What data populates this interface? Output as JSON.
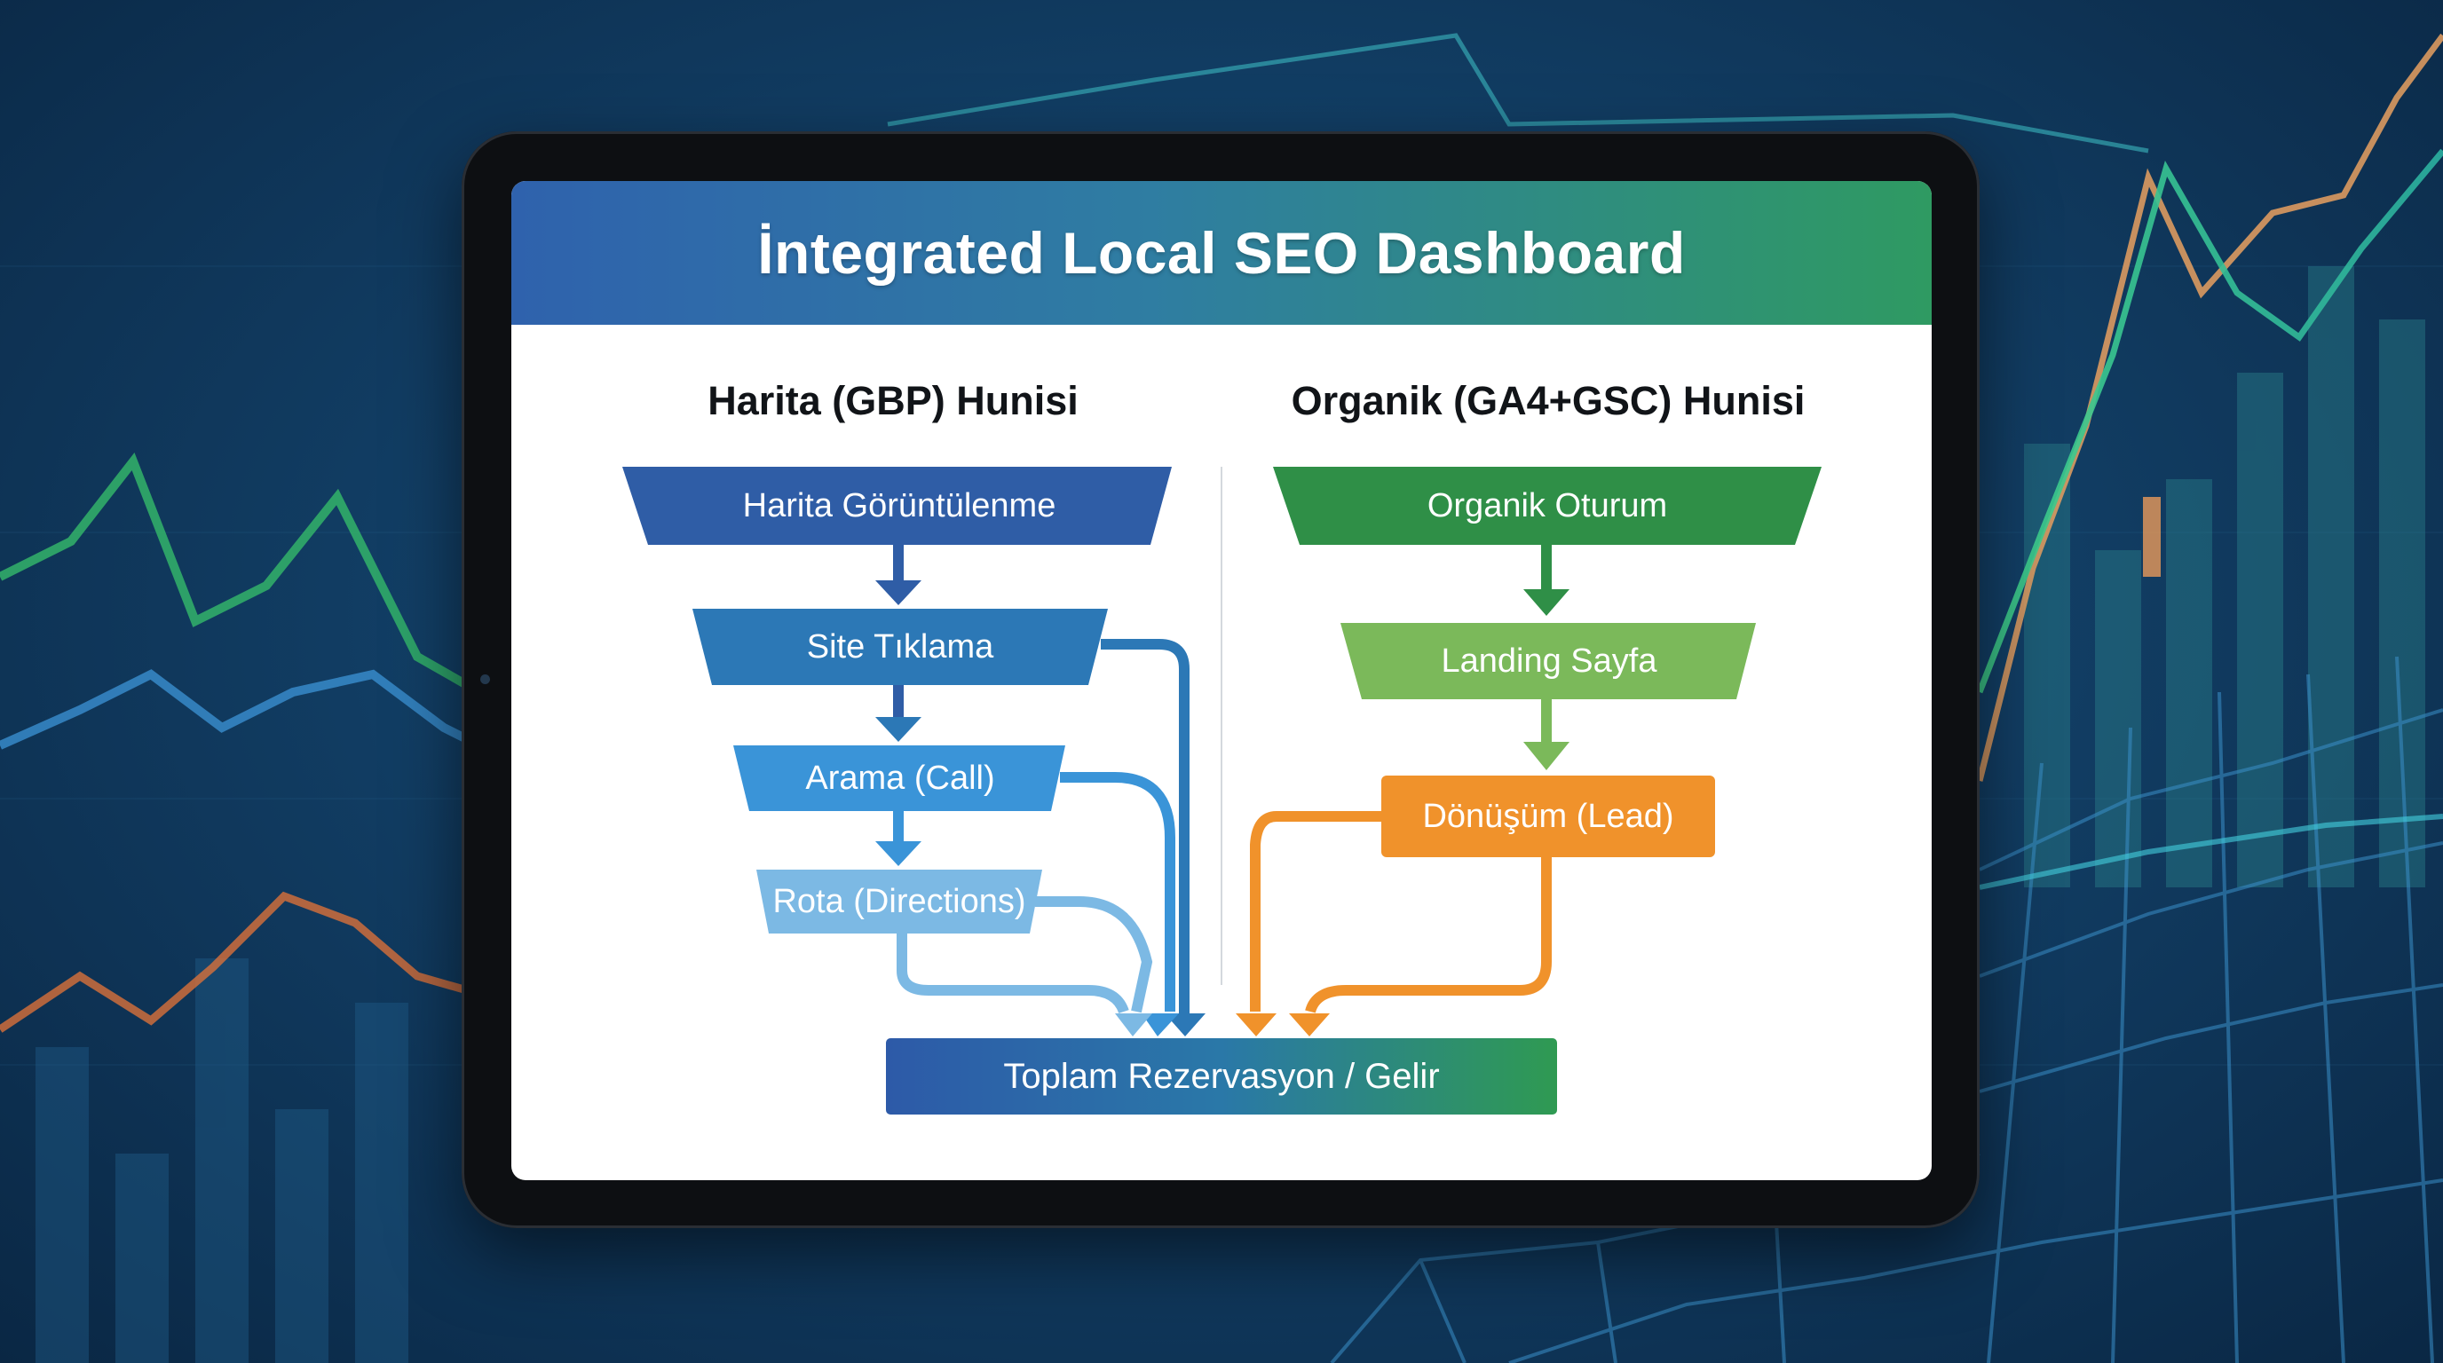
{
  "dashboard": {
    "title": "İntegrated Local SEO Dashboard"
  },
  "gbp_funnel": {
    "title": "Harita (GBP) Hunisi",
    "stages": [
      {
        "label": "Harita Görüntülenme",
        "color": "#2f5da6"
      },
      {
        "label": "Site Tıklama",
        "color": "#2c78b6"
      },
      {
        "label": "Arama (Call)",
        "color": "#3a94d8"
      },
      {
        "label": "Rota (Directions)",
        "color": "#7cb9e4"
      }
    ]
  },
  "organic_funnel": {
    "title": "Organik (GA4+GSC) Hunisi",
    "stages": [
      {
        "label": "Organik Oturum",
        "color": "#2f8f47"
      },
      {
        "label": "Landing Sayfa",
        "color": "#7bb95a"
      },
      {
        "label": "Dönüşüm (Lead)",
        "color": "#f0922b"
      }
    ]
  },
  "total": {
    "label": "Toplam Rezervasyon / Gelir"
  },
  "colors": {
    "header_start": "#2f62ad",
    "header_end": "#2f9a62",
    "gbp_arrow": "#2f5da6",
    "organic_arrow": "#2f8f47",
    "lead_arrow": "#f0922b"
  }
}
